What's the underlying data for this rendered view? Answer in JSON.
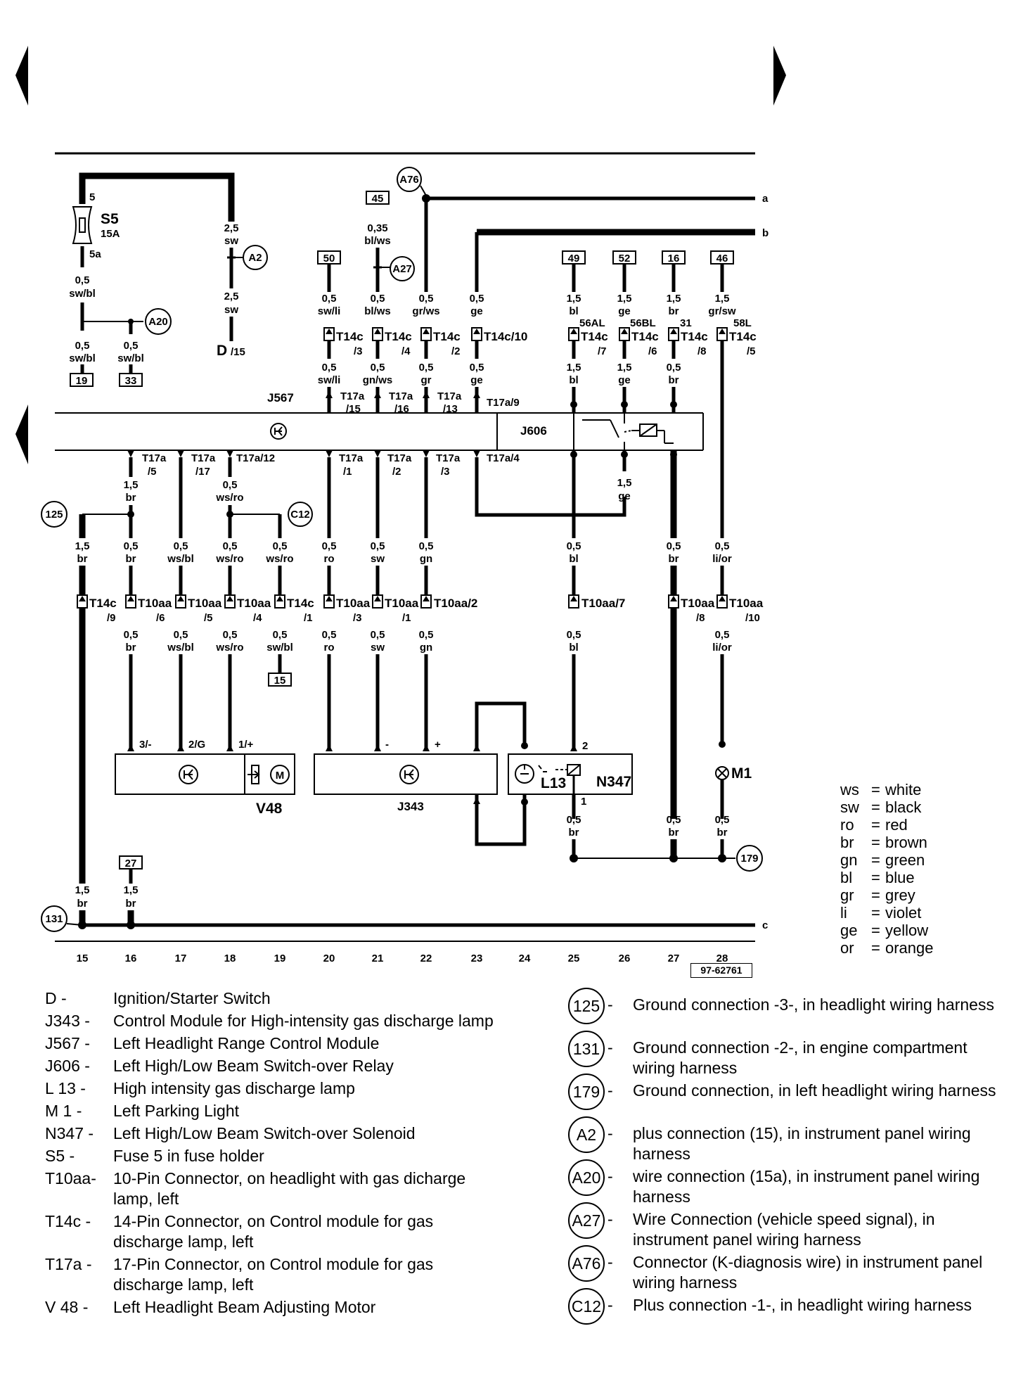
{
  "top_refs": {
    "f45": "45",
    "f50": "50",
    "f49": "49",
    "f52": "52",
    "f16": "16",
    "f46": "46",
    "f19": "19",
    "f33": "33",
    "f15": "15",
    "f27": "27"
  },
  "wire_ends": {
    "a": "a",
    "b": "b",
    "c": "c"
  },
  "circle_refs": {
    "A76": "A76",
    "A2": "A2",
    "A20": "A20",
    "A27": "A27",
    "C12": "C12",
    "g125": "125",
    "g131": "131",
    "g179": "179"
  },
  "wires_top": {
    "s5_in_pin": "5",
    "s5_out_pin": "5a",
    "s5_name": "S5",
    "s5_rating": "15A",
    "sz05": "0,5",
    "sz25": "2,5",
    "sz035": "0,35",
    "sz15": "1,5",
    "sw_bl": "sw/bl",
    "sw": "sw",
    "bl_ws": "bl/ws",
    "sw_li": "sw/li",
    "gr_ws": "gr/ws",
    "ge": "ge",
    "bl": "bl",
    "br": "br",
    "gr_sw": "gr/sw",
    "gn_ws": "gn/ws",
    "gr": "gr",
    "D_label": "D",
    "D_sub": "/15"
  },
  "connectors": {
    "T14c": "T14c",
    "T14c10": "T14c/10",
    "T17a": "T17a",
    "T17a9": "T17a/9",
    "T17a4": "T17a/4",
    "T17a12": "T17a/12",
    "T10aa": "T10aa",
    "T10aa2": "T10aa/2",
    "T10aa7": "T10aa/7",
    "p3": "/3",
    "p4": "/4",
    "p2": "/2",
    "p7": "/7",
    "p6": "/6",
    "p8": "/8",
    "p5": "/5",
    "p15": "/15",
    "p16": "/16",
    "p13": "/13",
    "p17": "/17",
    "p1": "/1",
    "p9": "/9",
    "p10": "/10",
    "s56AL": "56AL",
    "s56BL": "56BL",
    "s31": "31",
    "s58L": "58L"
  },
  "modules": {
    "J567": "J567",
    "J606": "J606",
    "J343": "J343",
    "V48": "V48",
    "L13": "L13",
    "N347": "N347",
    "M1": "M1"
  },
  "wires_bottom": {
    "ro": "ro",
    "ws_bl": "ws/bl",
    "ws_ro": "ws/ro",
    "gn": "gn",
    "li_or": "li/or",
    "v48_p1": "3/-",
    "v48_p2": "2/G",
    "v48_p3": "1/+",
    "minus": "-",
    "plus": "+",
    "pin2": "2",
    "pin1": "1"
  },
  "tracks": [
    "15",
    "16",
    "17",
    "18",
    "19",
    "20",
    "21",
    "22",
    "23",
    "24",
    "25",
    "26",
    "27",
    "28"
  ],
  "doc_id": "97-62761",
  "color_code": [
    {
      "code": "ws",
      "name": "white"
    },
    {
      "code": "sw",
      "name": "black"
    },
    {
      "code": "ro",
      "name": "red"
    },
    {
      "code": "br",
      "name": "brown"
    },
    {
      "code": "gn",
      "name": "green"
    },
    {
      "code": "bl",
      "name": "blue"
    },
    {
      "code": "gr",
      "name": "grey"
    },
    {
      "code": "li",
      "name": "violet"
    },
    {
      "code": "ge",
      "name": "yellow"
    },
    {
      "code": "or",
      "name": "orange"
    }
  ],
  "legend": [
    {
      "code": "D   -",
      "desc": "Ignition/Starter Switch"
    },
    {
      "code": "J343 -",
      "desc": "Control Module for High-intensity gas discharge lamp"
    },
    {
      "code": "J567 -",
      "desc": "Left Headlight Range Control Module"
    },
    {
      "code": "J606 -",
      "desc": "Left High/Low Beam Switch-over Relay"
    },
    {
      "code": "L 13 -",
      "desc": "High intensity gas discharge lamp"
    },
    {
      "code": "M  1 -",
      "desc": "Left Parking Light"
    },
    {
      "code": "N347 -",
      "desc": "Left High/Low Beam Switch-over Solenoid"
    },
    {
      "code": "S5   -",
      "desc": "Fuse 5 in fuse holder"
    },
    {
      "code": "T10aa-",
      "desc": "10-Pin Connector, on headlight  with gas dicharge lamp, left"
    },
    {
      "code": "T14c -",
      "desc": "14-Pin Connector, on Control module for gas discharge lamp, left"
    },
    {
      "code": "T17a -",
      "desc": "17-Pin Connector, on Control module for gas discharge lamp, left"
    },
    {
      "code": "V 48 -",
      "desc": "Left Headlight Beam Adjusting Motor"
    }
  ],
  "ground_legend": [
    {
      "id": "125",
      "desc": "Ground connection -3-, in headlight wiring harness"
    },
    {
      "id": "131",
      "desc": "Ground connection -2-, in engine compartment wiring harness"
    },
    {
      "id": "179",
      "desc": "Ground connection, in left headlight wiring harness"
    },
    {
      "id": "A2",
      "desc": "plus connection (15), in instrument panel wiring harness"
    },
    {
      "id": "A20",
      "desc": "wire connection (15a), in instrument panel wiring harness"
    },
    {
      "id": "A27",
      "desc": "Wire Connection (vehicle speed signal), in instrument panel  wiring harness"
    },
    {
      "id": "A76",
      "desc": "Connector (K-diagnosis wire) in instrument panel wiring harness"
    },
    {
      "id": "C12",
      "desc": "Plus connection -1-, in headlight wiring harness"
    }
  ]
}
